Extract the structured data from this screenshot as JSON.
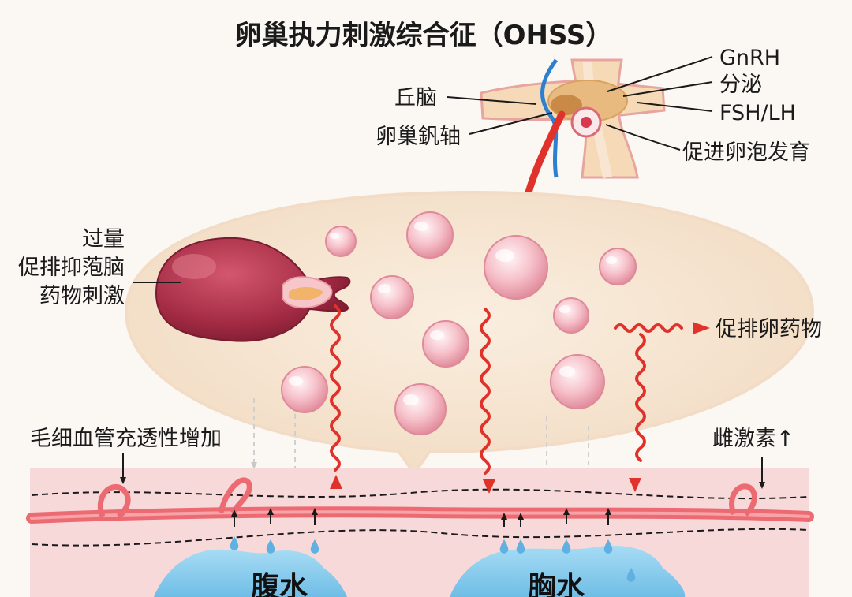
{
  "title": "卵巢执力刺激综合征（OHSS）",
  "hormone_labels": {
    "gnrh": "GnRH",
    "secretion": "分泌",
    "fsh_lh": "FSH/LH",
    "promote_follicle": "促进卵泡发育",
    "hypothalamus": "丘脑",
    "ovarian_axis": "卵巢釩轴"
  },
  "ovary_labels": {
    "overdose_line1": "过量",
    "overdose_line2": "促排抑萢脑",
    "overdose_line3": "药物刺激",
    "ovulation_drug": "促排卵药物"
  },
  "vessel_labels": {
    "capillary_permeability": "毛细血管充透性增加",
    "estrogen_up": "雌激素↑"
  },
  "fluid_labels": {
    "ascites": "腹水",
    "pleural": "胸水"
  },
  "colors": {
    "title": "#1a1a1a",
    "arrow_red": "#e0312a",
    "vessel_red": "#ec6b73",
    "ovary_fill": "#f6e3cf",
    "follicle_pink": "#f4b8c2",
    "fluid_blue": "#8fd0ef",
    "tissue_pink": "#f8d9da",
    "nerve_blue": "#2f7fd0",
    "cyst_dark": "#a8283f"
  }
}
